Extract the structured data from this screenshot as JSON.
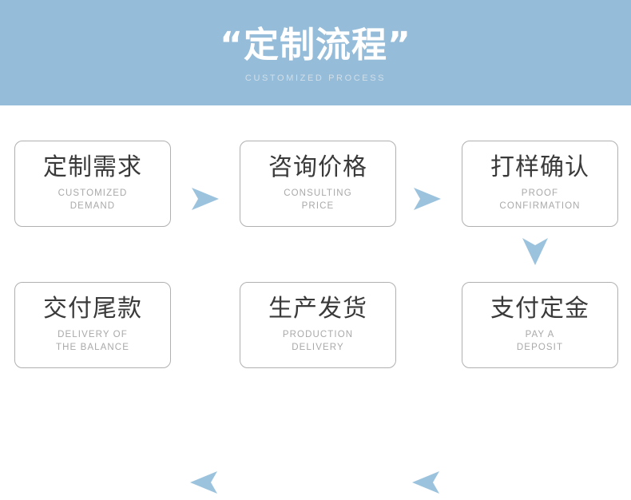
{
  "banner": {
    "title": "“定制流程”",
    "subtitle": "CUSTOMIZED PROCESS",
    "background_color": "#95bcd9",
    "title_color": "#ffffff",
    "subtitle_color": "#d2dfe9"
  },
  "colors": {
    "arrow": "#9cc3dd",
    "card_border": "#b0b0b0",
    "card_title": "#3a3a3a",
    "card_subtitle": "#a9a9a9",
    "page_background": "#ffffff"
  },
  "steps": [
    {
      "index": 1,
      "title": "定制需求",
      "subtitle": "CUSTOMIZED\nDEMAND"
    },
    {
      "index": 2,
      "title": "咨询价格",
      "subtitle": "CONSULTING\nPRICE"
    },
    {
      "index": 3,
      "title": "打样确认",
      "subtitle": "PROOF\nCONFIRMATION"
    },
    {
      "index": 4,
      "title": "支付定金",
      "subtitle": "PAY A\nDEPOSIT"
    },
    {
      "index": 5,
      "title": "生产发货",
      "subtitle": "PRODUCTION\nDELIVERY"
    },
    {
      "index": 6,
      "title": "交付尾款",
      "subtitle": "DELIVERY OF\nTHE BALANCE"
    }
  ],
  "connectors": [
    {
      "name": "arrow-step1-to-step2",
      "direction": "right"
    },
    {
      "name": "arrow-step2-to-step3",
      "direction": "right"
    },
    {
      "name": "arrow-step3-to-step4",
      "direction": "down"
    },
    {
      "name": "arrow-step4-to-step5",
      "direction": "left"
    },
    {
      "name": "arrow-step5-to-step6",
      "direction": "left"
    }
  ]
}
